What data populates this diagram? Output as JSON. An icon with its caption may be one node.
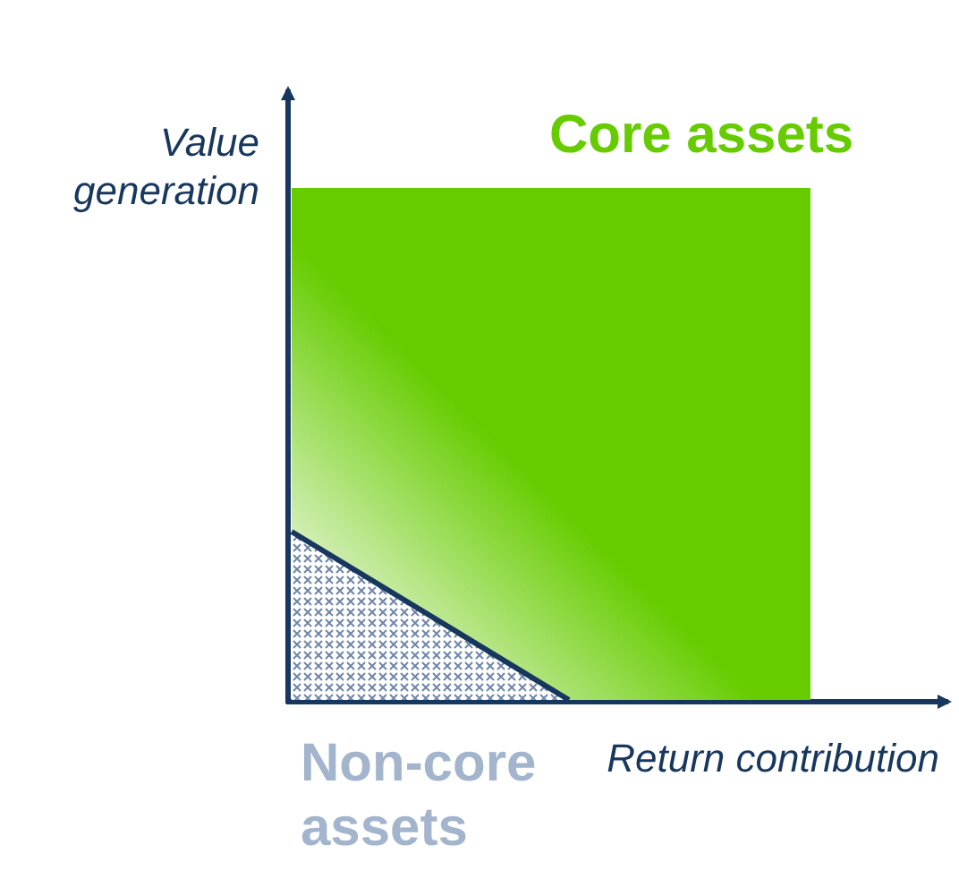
{
  "diagram": {
    "nodes": [
      {
        "text": [
          "Core assets"
        ]
      },
      {
        "text": [
          "Non-core assets"
        ],
        "in": 0
      }
    ],
    "labels": [
      "Value generation",
      "Return contribution"
    ]
  }
}
